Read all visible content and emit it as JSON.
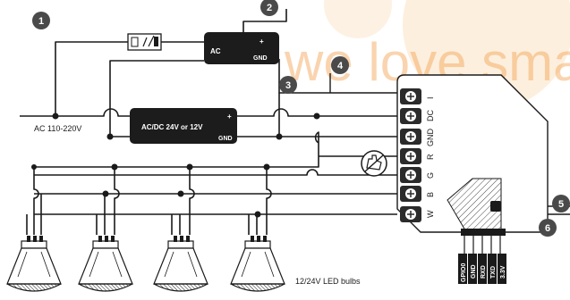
{
  "watermark": {
    "text": "we love sma",
    "color": "#f3a24f"
  },
  "badges": [
    {
      "id": "1",
      "label": "1"
    },
    {
      "id": "2",
      "label": "2"
    },
    {
      "id": "3",
      "label": "3"
    },
    {
      "id": "4",
      "label": "4"
    },
    {
      "id": "5",
      "label": "5"
    },
    {
      "id": "6",
      "label": "6"
    }
  ],
  "ac_input_label": "AC 110-220V",
  "psu_small": {
    "ac_label": "AC",
    "plus_label": "+",
    "gnd_label": "GND"
  },
  "psu_main": {
    "label": "AC/DC 24V or 12V",
    "plus_label": "+",
    "gnd_label": "GND"
  },
  "terminal_labels": [
    "I",
    "DC",
    "GND",
    "R",
    "G",
    "B",
    "W"
  ],
  "header_pins": [
    "GPIO0",
    "GND",
    "RXD",
    "TXD",
    "3.3V"
  ],
  "bulbs_label": "12/24V LED bulbs",
  "colors": {
    "line": "#1a1a1a",
    "badge": "#4a4a4a",
    "terminal": "#2b2b2b",
    "watermark": "#f3a24f"
  },
  "icons": [
    "switch-icon",
    "tap-icon"
  ]
}
